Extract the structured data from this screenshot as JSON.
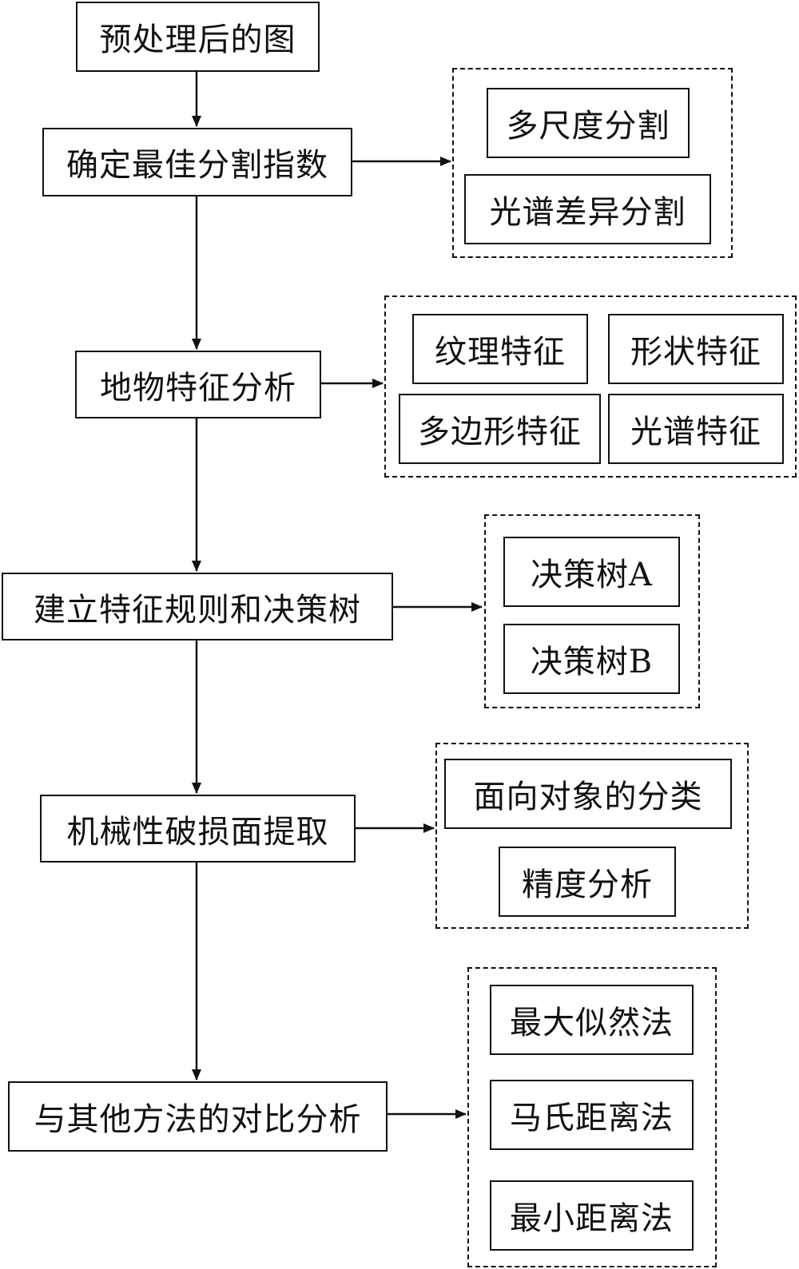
{
  "main_steps": [
    {
      "id": "step1",
      "label": "预处理后的图"
    },
    {
      "id": "step2",
      "label": "确定最佳分割指数"
    },
    {
      "id": "step3",
      "label": "地物特征分析"
    },
    {
      "id": "step4",
      "label": "建立特征规则和决策树"
    },
    {
      "id": "step5",
      "label": "机械性破损面提取"
    },
    {
      "id": "step6",
      "label": "与其他方法的对比分析"
    }
  ],
  "segmentation_group": {
    "items": [
      "多尺度分割",
      "光谱差异分割"
    ]
  },
  "feature_group": {
    "items": [
      "纹理特征",
      "形状特征",
      "多边形特征",
      "光谱特征"
    ]
  },
  "decision_tree_group": {
    "items": [
      "决策树A",
      "决策树B"
    ]
  },
  "extraction_group": {
    "items": [
      "面向对象的分类",
      "精度分析"
    ]
  },
  "comparison_group": {
    "items": [
      "最大似然法",
      "马氏距离法",
      "最小距离法"
    ]
  }
}
